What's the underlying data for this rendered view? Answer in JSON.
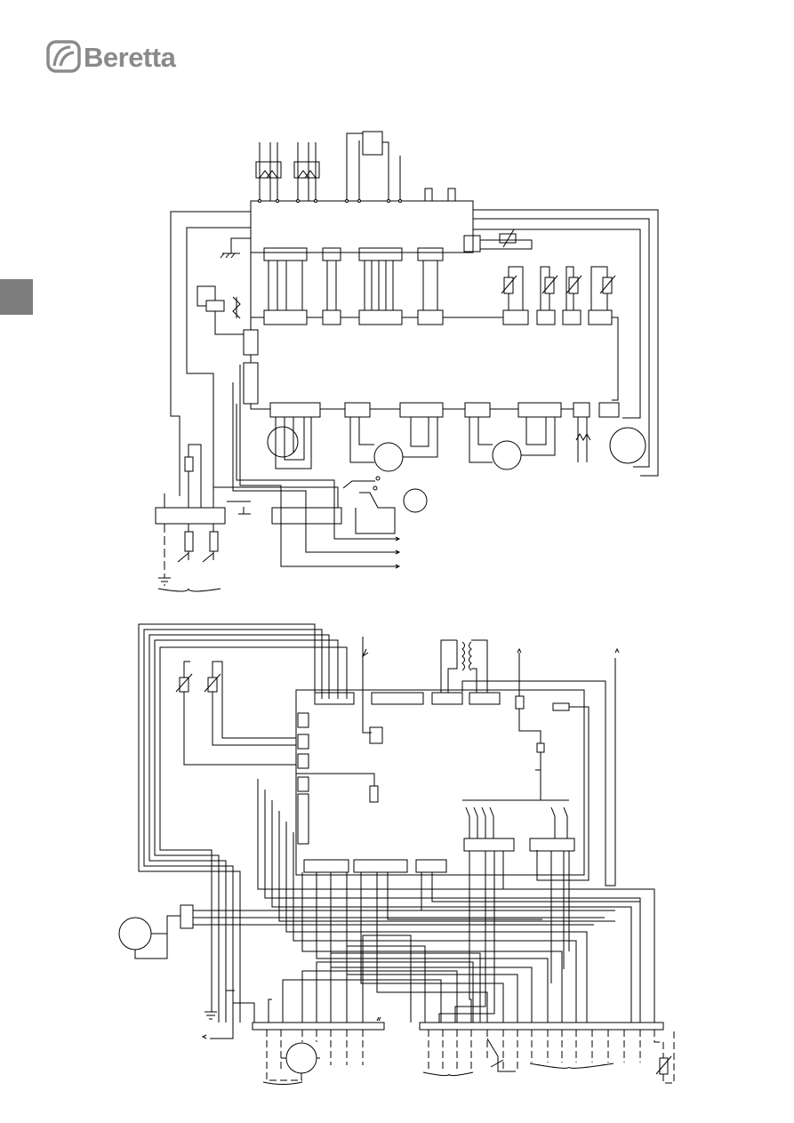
{
  "brand": {
    "name": "Beretta",
    "color": "#8a8a8a",
    "logo_icon": "beretta-wave-logo-icon"
  },
  "side_tab": {
    "color": "#7d7d7d"
  },
  "diagram": {
    "line_color": "#000000",
    "top_schematic": "control-board-wiring",
    "bottom_schematic": "terminal-block-wiring"
  }
}
